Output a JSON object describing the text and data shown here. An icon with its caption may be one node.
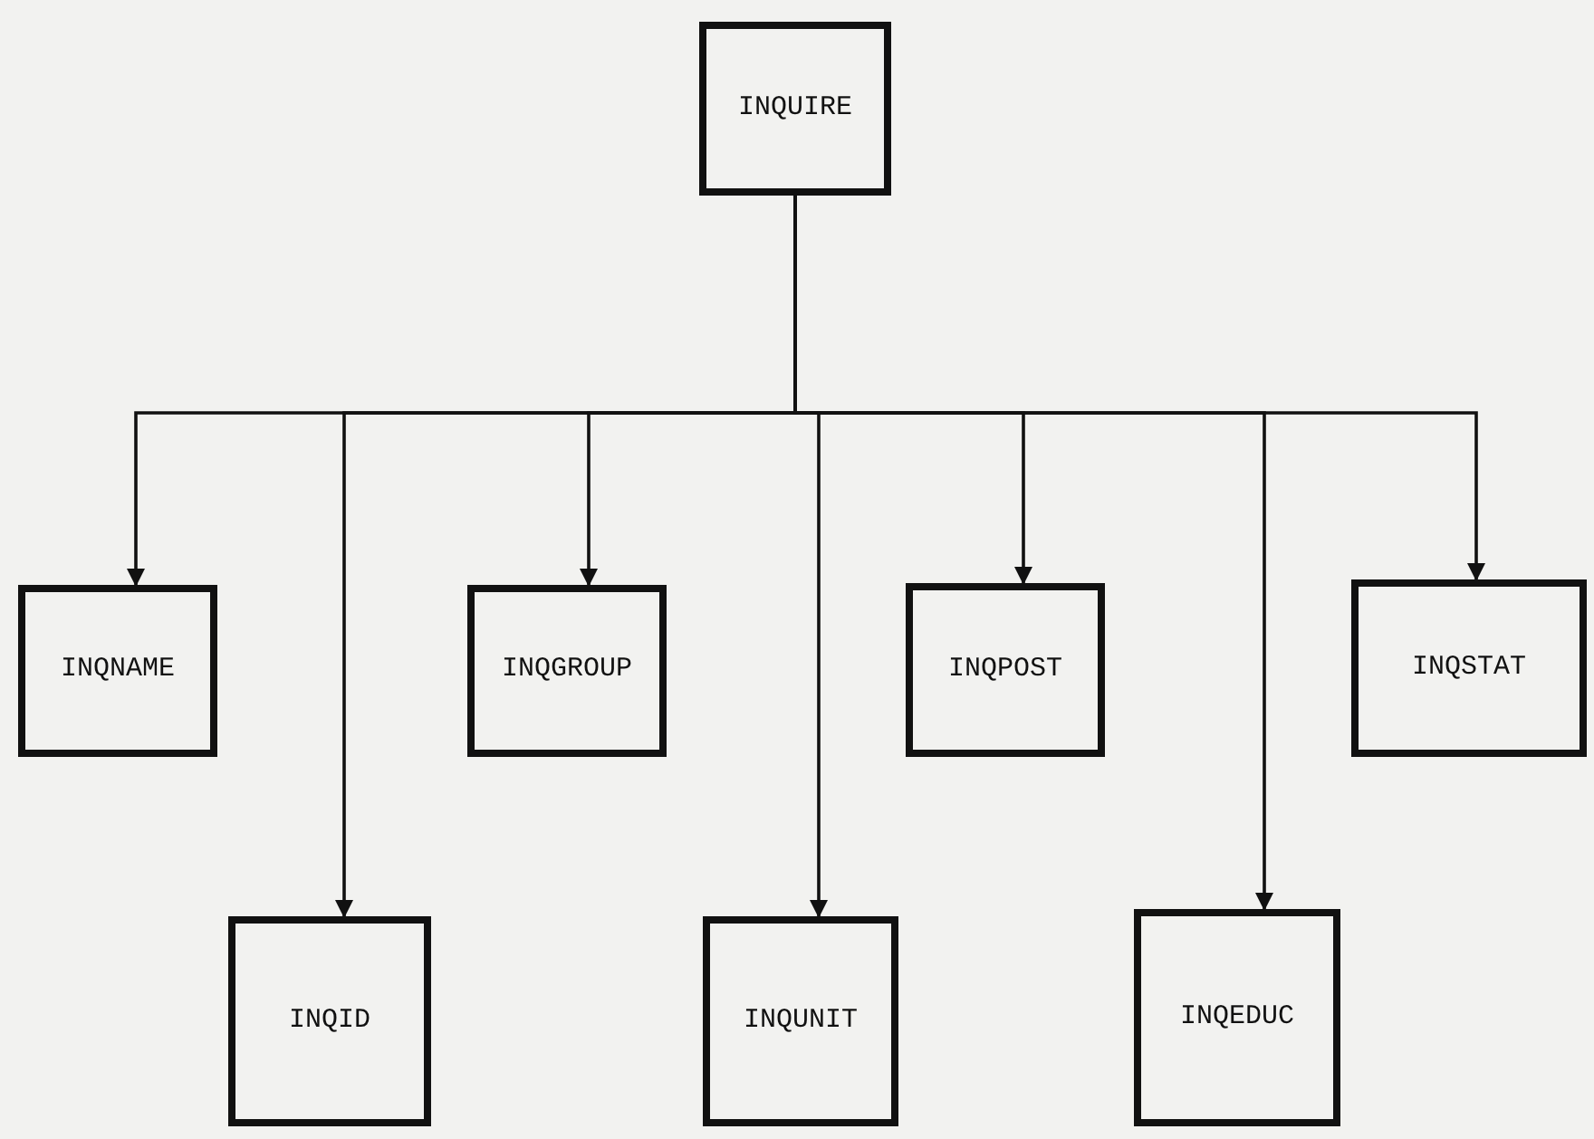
{
  "diagram": {
    "nodes": [
      {
        "text": [
          "INQUIRE"
        ]
      },
      {
        "text": [
          "INQNAME"
        ]
      },
      {
        "text": [
          "INQGROUP"
        ]
      },
      {
        "text": [
          "INQPOST"
        ]
      },
      {
        "text": [
          "INQSTAT"
        ]
      },
      {
        "text": [
          "INQID"
        ]
      },
      {
        "text": [
          "INQUNIT"
        ]
      },
      {
        "text": [
          "INQEDUC"
        ]
      }
    ],
    "edges": [
      {
        "from": 0,
        "to": 1,
        "arrow": "to"
      },
      {
        "from": 0,
        "to": 5,
        "arrow": "to"
      },
      {
        "from": 0,
        "to": 2,
        "arrow": "to"
      },
      {
        "from": 0,
        "to": 6,
        "arrow": "to"
      },
      {
        "from": 0,
        "to": 3,
        "arrow": "to"
      },
      {
        "from": 0,
        "to": 7,
        "arrow": "to"
      },
      {
        "from": 0,
        "to": 4,
        "arrow": "to"
      }
    ]
  }
}
